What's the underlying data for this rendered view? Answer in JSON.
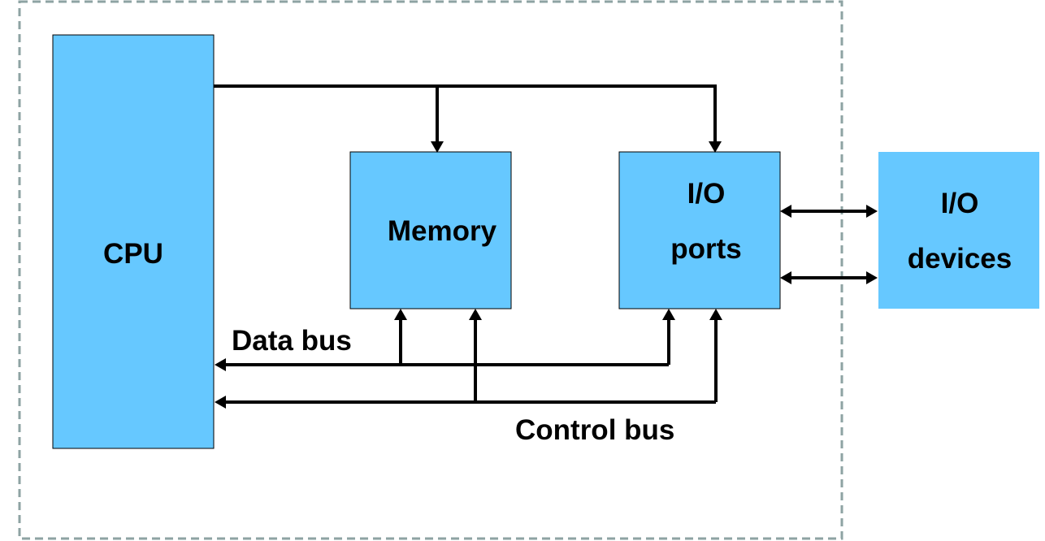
{
  "colors": {
    "box_fill": "#66c8ff",
    "frame_stroke": "#8ea3a3",
    "line": "#000000"
  },
  "blocks": {
    "cpu": "CPU",
    "memory": "Memory",
    "io_ports_line1": "I/O",
    "io_ports_line2": "ports",
    "io_devices_line1": "I/O",
    "io_devices_line2": "devices"
  },
  "buses": {
    "data": "Data bus",
    "control": "Control bus"
  }
}
